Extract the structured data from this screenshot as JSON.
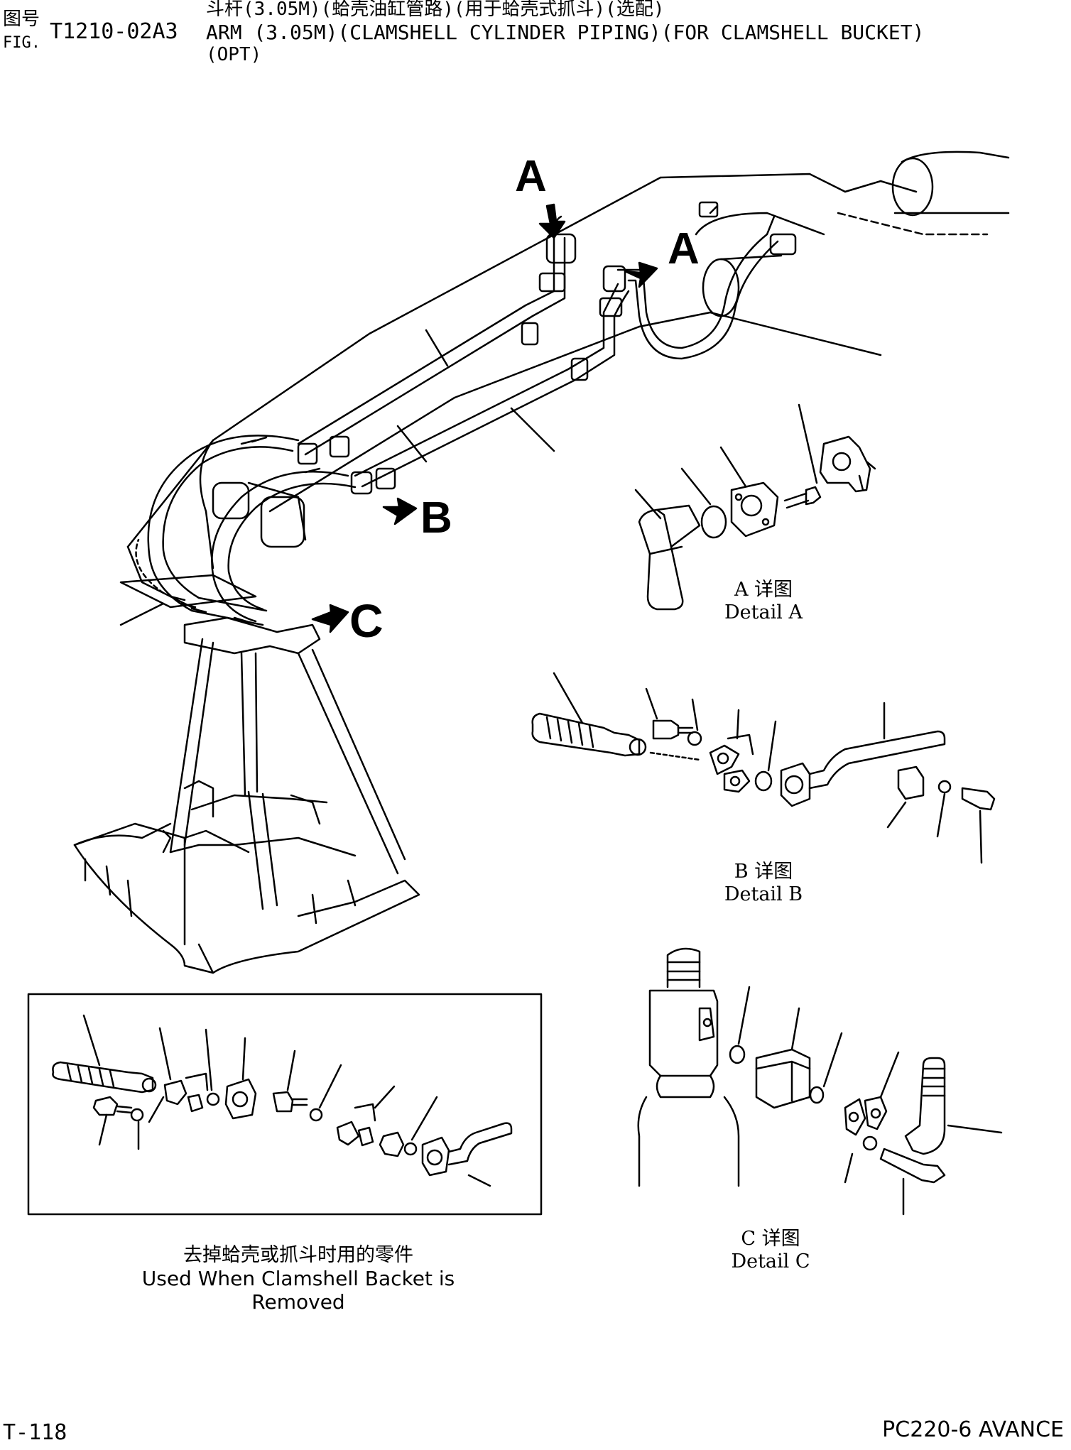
{
  "header": {
    "fig_label_cn": "图号",
    "fig_label_en": "FIG.",
    "fig_number": "T1210-02A3",
    "title_cn": "斗杆(3.05M)(蛤壳油缸管路)(用于蛤壳式抓斗)(选配)",
    "title_en": "ARM (3.05M)(CLAMSHELL CYLINDER PIPING)(FOR CLAMSHELL BUCKET)",
    "title_opt": "(OPT)"
  },
  "labels": {
    "a_top": "A",
    "a_right": "A",
    "b": "B",
    "c": "C"
  },
  "details": {
    "a": {
      "cn": "A 详图",
      "en": "Detail A"
    },
    "b": {
      "cn": "B 详图",
      "en": "Detail B"
    },
    "c": {
      "cn": "C 详图",
      "en": "Detail C"
    }
  },
  "removed_box": {
    "cn": "去掉蛤壳或抓斗时用的零件",
    "en": "Used When Clamshell Backet is Removed"
  },
  "footer": {
    "page": "T-118",
    "model": "PC220-6 AVANCE"
  }
}
